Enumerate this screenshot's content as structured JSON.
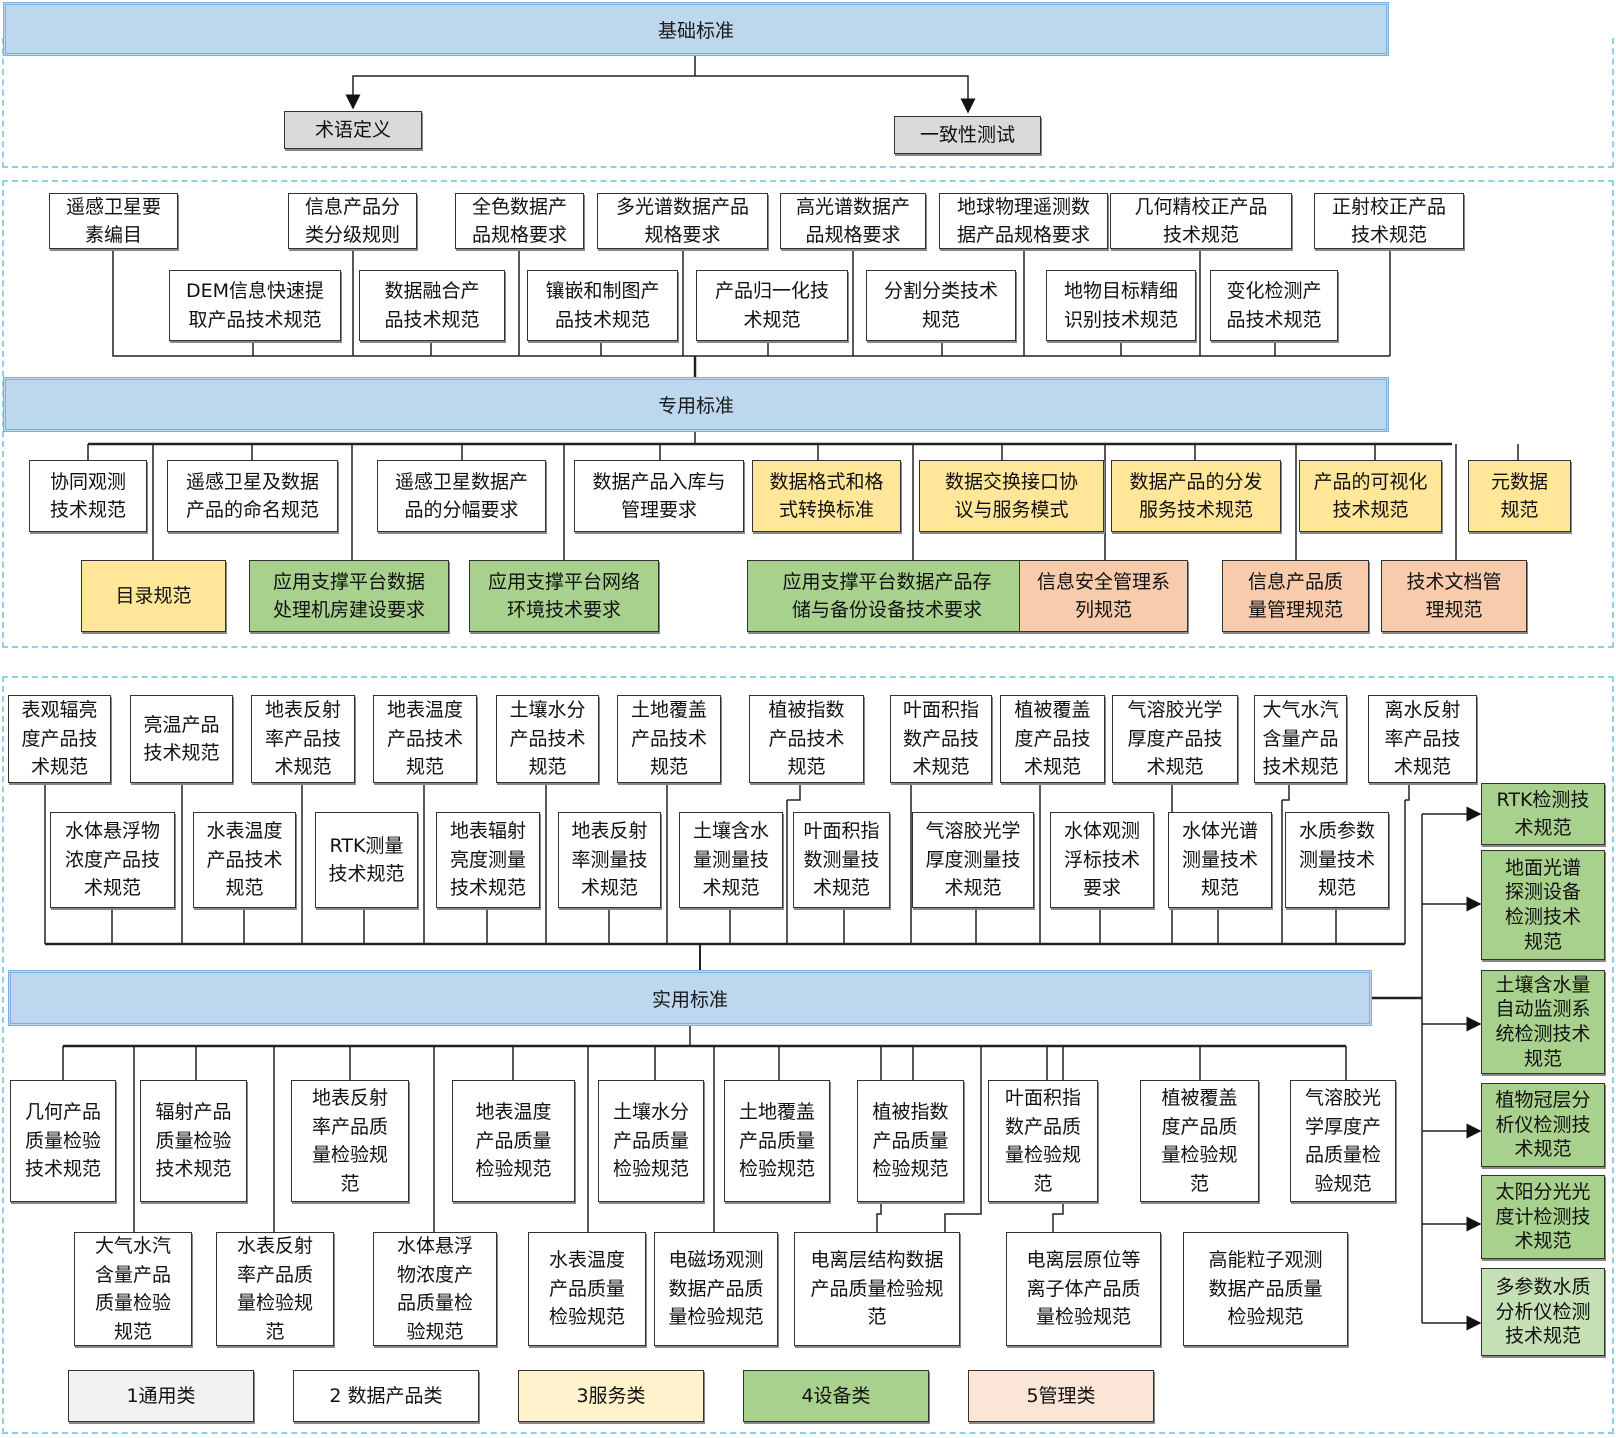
{
  "bands": {
    "basic": "基础标准",
    "special": "专用标准",
    "practical": "实用标准"
  },
  "basic_children": [
    "术语定义",
    "一致性测试"
  ],
  "basic_products_row1": [
    "遥感卫星要\n素编目",
    "信息产品分\n类分级规则",
    "全色数据产\n品规格要求",
    "多光谱数据产品\n规格要求",
    "高光谱数据产\n品规格要求",
    "地球物理遥测数\n据产品规格要求",
    "几何精校正产品\n技术规范",
    "正射校正产品\n技术规范"
  ],
  "basic_products_row2": [
    "DEM信息快速提\n取产品技术规范",
    "数据融合产\n品技术规范",
    "镶嵌和制图产\n品技术规范",
    "产品归一化技\n术规范",
    "分割分类技术\n规范",
    "地物目标精细\n识别技术规范",
    "变化检测产\n品技术规范"
  ],
  "special_row1": [
    {
      "label": "协同观测\n技术规范",
      "type": 2
    },
    {
      "label": "遥感卫星及数据\n产品的命名规范",
      "type": 2
    },
    {
      "label": "遥感卫星数据产\n品的分幅要求",
      "type": 2
    },
    {
      "label": "数据产品入库与\n管理要求",
      "type": 2
    },
    {
      "label": "数据格式和格\n式转换标准",
      "type": 3
    },
    {
      "label": "数据交换接口协\n议与服务模式",
      "type": 3
    },
    {
      "label": "数据产品的分发\n服务技术规范",
      "type": 3
    },
    {
      "label": "产品的可视化\n技术规范",
      "type": 3
    },
    {
      "label": "元数据\n规范",
      "type": 3
    }
  ],
  "special_row2": [
    {
      "label": "目录规范",
      "type": 3
    },
    {
      "label": "应用支撑平台数据\n处理机房建设要求",
      "type": 4
    },
    {
      "label": "应用支撑平台网络\n环境技术要求",
      "type": 4
    },
    {
      "label": "应用支撑平台数据产品存\n储与备份设备技术要求",
      "type": 4
    },
    {
      "label": "信息安全管理系\n列规范",
      "type": 5
    },
    {
      "label": "信息产品质\n量管理规范",
      "type": 5
    },
    {
      "label": "技术文档管\n理规范",
      "type": 5
    }
  ],
  "practical_top_row1": [
    "表观辐亮\n度产品技\n术规范",
    "亮温产品\n技术规范",
    "地表反射\n率产品技\n术规范",
    "地表温度\n产品技术\n规范",
    "土壤水分\n产品技术\n规范",
    "土地覆盖\n产品技术\n规范",
    "植被指数\n产品技术\n规范",
    "叶面积指\n数产品技\n术规范",
    "植被覆盖\n度产品技\n术规范",
    "气溶胶光学\n厚度产品技\n术规范",
    "大气水汽\n含量产品\n技术规范",
    "离水反射\n率产品技\n术规范"
  ],
  "practical_top_row2": [
    "水体悬浮物\n浓度产品技\n术规范",
    "水表温度\n产品技术\n规范",
    "RTK测量\n技术规范",
    "地表辐射\n亮度测量\n技术规范",
    "地表反射\n率测量技\n术规范",
    "土壤含水\n量测量技\n术规范",
    "叶面积指\n数测量技\n术规范",
    "气溶胶光学\n厚度测量技\n术规范",
    "水体观测\n浮标技术\n要求",
    "水体光谱\n测量技术\n规范",
    "水质参数\n测量技术\n规范"
  ],
  "practical_bottom_row1": [
    "几何产品\n质量检验\n技术规范",
    "辐射产品\n质量检验\n技术规范",
    "地表反射\n率产品质\n量检验规\n范",
    "地表温度\n产品质量\n检验规范",
    "土壤水分\n产品质量\n检验规范",
    "土地覆盖\n产品质量\n检验规范",
    "植被指数\n产品质量\n检验规范",
    "叶面积指\n数产品质\n量检验规\n范",
    "植被覆盖\n度产品质\n量检验规\n范",
    "气溶胶光\n学厚度产\n品质量检\n验规范"
  ],
  "practical_bottom_row2": [
    "大气水汽\n含量产品\n质量检验\n规范",
    "水表反射\n率产品质\n量检验规\n范",
    "水体悬浮\n物浓度产\n品质量检\n验规范",
    "水表温度\n产品质量\n检验规范",
    "电磁场观测\n数据产品质\n量检验规范",
    "电离层结构数据\n产品质量检验规\n范",
    "电离层原位等\n离子体产品质\n量检验规范",
    "高能粒子观测\n数据产品质量\n检验规范"
  ],
  "equipment": [
    "RTK检测技\n术规范",
    "地面光谱\n探测设备\n检测技术\n规范",
    "土壤含水量\n自动监测系\n统检测技术\n规范",
    "植物冠层分\n析仪检测技\n术规范",
    "太阳分光光\n度计检测技\n术规范",
    "多参数水质\n分析仪检测\n技术规范"
  ],
  "legend": [
    {
      "label": "1通用类",
      "color": "#f2f2f2"
    },
    {
      "label": "2 数据产品类",
      "color": "#ffffff"
    },
    {
      "label": "3服务类",
      "color": "#fff2cc"
    },
    {
      "label": "4设备类",
      "color": "#a9d18e"
    },
    {
      "label": "5管理类",
      "color": "#fbe5d6"
    }
  ]
}
